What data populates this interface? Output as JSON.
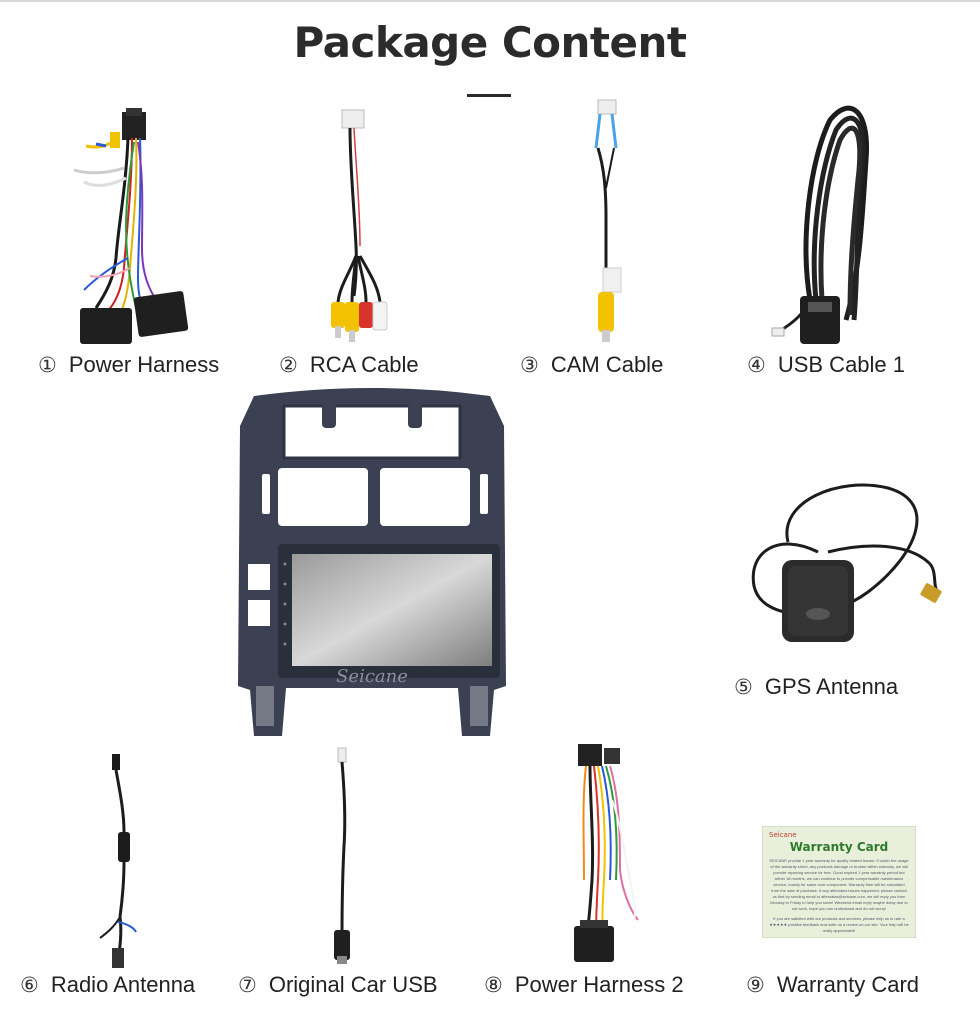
{
  "page": {
    "title": "Package Content"
  },
  "items": [
    {
      "num": "①",
      "label": "Power Harness"
    },
    {
      "num": "②",
      "label": "RCA Cable"
    },
    {
      "num": "③",
      "label": "CAM Cable"
    },
    {
      "num": "④",
      "label": "USB Cable 1"
    },
    {
      "num": "⑤",
      "label": "GPS Antenna"
    },
    {
      "num": "⑥",
      "label": "Radio Antenna"
    },
    {
      "num": "⑦",
      "label": "Original Car USB"
    },
    {
      "num": "⑧",
      "label": "Power Harness 2"
    },
    {
      "num": "⑨",
      "label": "Warranty Card"
    }
  ],
  "radio_unit": {
    "brand": "Seicane"
  },
  "warranty_card": {
    "brand": "Seicane",
    "title": "Warranty Card",
    "body": "SEICANE provide 1 year warranty for quality related issues. If under the usage of the warranty sheet, any products damage or broken within warranty, we will provide repairing service for free. Good expired 1 year warranty period but within 18 months, we can continue to provide compensable maintenance service, mainly for same core component. Warranty time will be calculated from the date of purchase. If any aftersales issues happened, please contact us first by sending email to aftersales@seicane.com, we will reply you from Monday to Friday to help you solve! Weekend email reply maybe delay due to not work, hope you can understand and do not worry!",
    "body2": "If you are satisfied with our products and services, please help us to rate a ★★★★★ positive feedback and write us a review on our site. Your help will be really appreciated!"
  },
  "colors": {
    "title": "#2b2b2b",
    "cable": "#1c1c1c",
    "rca_yellow": "#f2c200",
    "rca_red": "#d8342c",
    "rca_white": "#f4f4f4",
    "bezel": "#3b4152",
    "card_bg": "#e8f0dc",
    "card_title": "#2f7a2a"
  }
}
